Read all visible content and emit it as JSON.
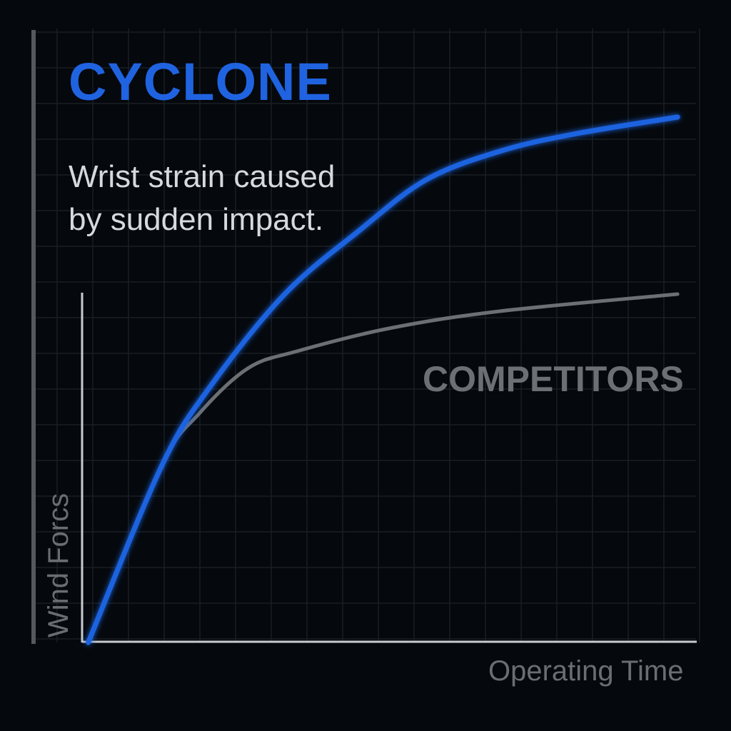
{
  "chart_data": {
    "type": "line",
    "title": "CYCLONE",
    "subtitle": "Wrist strain caused by sudden impact.",
    "xlabel": "Operating Time",
    "ylabel": "Wind Forcs",
    "xlim": [
      0,
      100
    ],
    "ylim": [
      0,
      100
    ],
    "grid": true,
    "series": [
      {
        "name": "CYCLONE",
        "color": "#1f63e0",
        "x": [
          1,
          13,
          21,
          33,
          45,
          56,
          68,
          80,
          97
        ],
        "y": [
          0,
          31,
          45,
          61,
          72,
          81,
          86,
          89,
          92
        ]
      },
      {
        "name": "COMPETITORS",
        "color": "#6c7074",
        "x": [
          1,
          13,
          19,
          27,
          35,
          50,
          68,
          97
        ],
        "y": [
          0,
          31,
          40,
          48,
          51,
          55,
          58,
          61
        ]
      }
    ],
    "annotations": [
      "COMPETITORS"
    ]
  }
}
